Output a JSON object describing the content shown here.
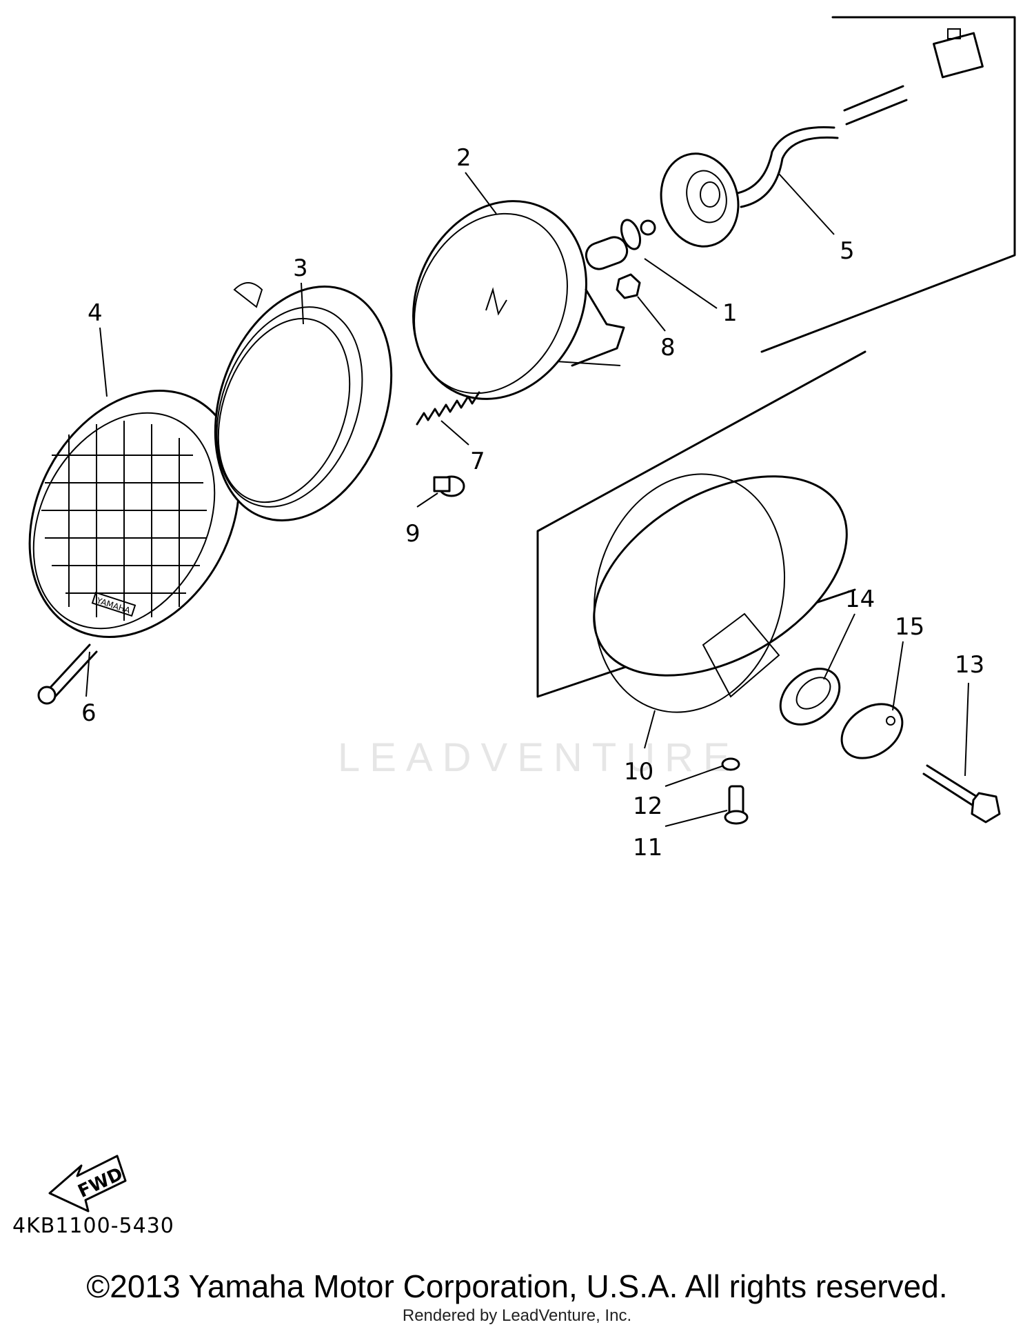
{
  "diagram": {
    "callouts": [
      "1",
      "2",
      "3",
      "4",
      "5",
      "6",
      "7",
      "8",
      "9",
      "10",
      "11",
      "12",
      "13",
      "14",
      "15"
    ],
    "parts": {
      "p1": "bulb",
      "p2": "headlight-unit",
      "p3": "rim",
      "p4": "guard-grille",
      "p5": "socket-cord",
      "p6": "screw",
      "p7": "spring",
      "p8": "nut",
      "p9": "screw",
      "p10": "housing",
      "p11": "bolt",
      "p12": "washer",
      "p13": "bolt",
      "p14": "grommet",
      "p15": "cover"
    },
    "fwd_label": "FWD",
    "grille_badge": "YAMAHA"
  },
  "footer": {
    "part_code": "4KB1100-5430",
    "copyright": "©2013 Yamaha Motor Corporation, U.S.A. All rights reserved.",
    "rendered_by": "Rendered by LeadVenture, Inc."
  },
  "watermark": {
    "text": "LEADVENTURE"
  }
}
